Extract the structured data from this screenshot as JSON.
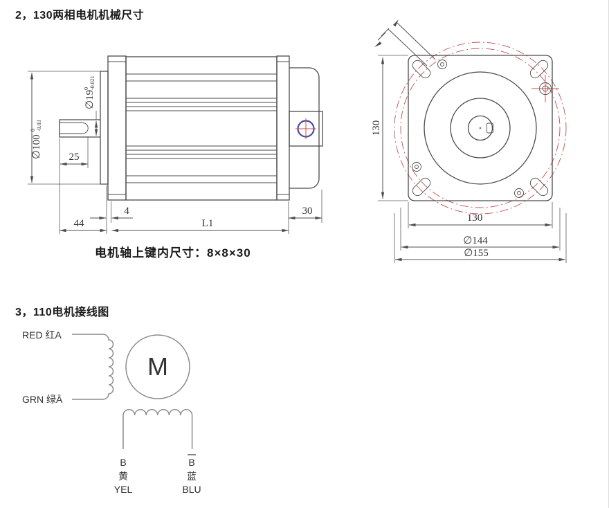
{
  "page": {
    "section2_title": "2，130两相电机机械尺寸",
    "section3_title": "3，110电机接线图",
    "keyway_note": "电机轴上键内尺寸：8×8×30"
  },
  "side_view": {
    "flange_pilot_dia": {
      "value": "∅100",
      "tol_upper": "0",
      "tol_lower": "-0.03"
    },
    "shaft_dia": {
      "value": "∅19",
      "tol_upper": "0",
      "tol_lower": "-0.021"
    },
    "key_length": "25",
    "shaft_extension": "44",
    "pilot_depth": "4",
    "body_length": "L1",
    "rear_cap_length": "30"
  },
  "front_view": {
    "flange_height": "130",
    "hole_spacing": "130",
    "bolt_circle_dia": "∅144",
    "outer_dia": "∅155"
  },
  "wiring": {
    "motor_label": "M",
    "lead_a": "RED 红A",
    "lead_a_bar": "GRN 绿Ā",
    "lead_b": {
      "name": "B",
      "color_cn": "黄",
      "color_en": "YEL"
    },
    "lead_b_bar": {
      "name": "B",
      "color_cn": "蓝",
      "color_en": "BLU"
    }
  },
  "colors": {
    "line": "#4a4a4a",
    "accent_red": "#c0504d",
    "accent_blue": "#4a49a8",
    "wire_gray": "#8c8c8c"
  }
}
